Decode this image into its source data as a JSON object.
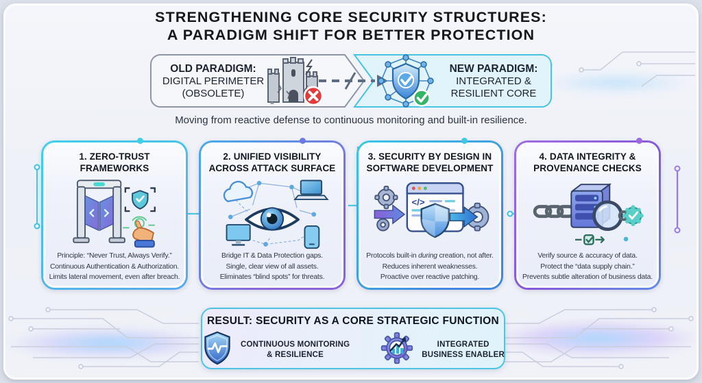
{
  "title": {
    "line1": "STRENGTHENING CORE SECURITY STRUCTURES:",
    "line2": "A PARADIGM SHIFT FOR BETTER PROTECTION"
  },
  "paradigm": {
    "old": {
      "heading": "OLD PARADIGM:",
      "line1": "DIGITAL PERIMETER",
      "line2": "(OBSOLETE)",
      "icon": "castle-icon",
      "status_icon": "x-badge-icon"
    },
    "new": {
      "heading": "NEW PARADIGM:",
      "line1": "INTEGRATED &",
      "line2": "RESILIENT CORE",
      "icon": "network-shield-icon",
      "status_icon": "check-badge-icon"
    },
    "transition_icon": "dashed-arrow-icon"
  },
  "subtitle": "Moving from reactive defense to continuous monitoring and built-in resilience.",
  "cards": [
    {
      "title_line1": "1. ZERO-TRUST",
      "title_line2": "FRAMEWORKS",
      "icon": "security-gate-icon",
      "accent_start": "#3ed0e8",
      "accent_end": "#59a9ea",
      "lines": [
        "Principle: “Never Trust, Always Verify.”",
        "Continuous Authentication & Authorization.",
        "Limits lateral movement, even after breach."
      ]
    },
    {
      "title_line1": "2. UNIFIED VISIBILITY",
      "title_line2": "ACROSS ATTACK SURFACE",
      "icon": "eye-network-icon",
      "accent_start": "#4aa8e8",
      "accent_end": "#8a62da",
      "lines": [
        "Bridge IT & Data Protection gaps.",
        "Single, clear view of all assets.",
        "Eliminates “blind spots” for threats."
      ]
    },
    {
      "title_line1": "3. SECURITY BY DESIGN IN",
      "title_line2": "SOFTWARE DEVELOPMENT",
      "icon": "secure-dev-icon",
      "accent_start": "#38c8e4",
      "accent_end": "#3f86e0",
      "code_glyph": "</>",
      "line1": {
        "pre": "Protocols built-in ",
        "italic": "during",
        "post": " creation, not after."
      },
      "lines": [
        "Reduces inherent weaknesses.",
        "Proactive over reactive patching."
      ]
    },
    {
      "title_line1": "4. DATA INTEGRITY &",
      "title_line2": "PROVENANCE CHECKS",
      "icon": "data-provenance-icon",
      "accent_start": "#9a68e0",
      "accent_end": "#6e8ae8",
      "lines": [
        "Verify source & accuracy of data.",
        "Protect the “data supply chain.”",
        "Prevents subtle alteration of business data."
      ]
    }
  ],
  "result": {
    "title": "RESULT: SECURITY AS A CORE STRATEGIC FUNCTION",
    "items": [
      {
        "icon": "pulse-shield-icon",
        "label_line1": "CONTINUOUS MONITORING",
        "label_line2": "& RESILIENCE"
      },
      {
        "icon": "gear-growth-icon",
        "label_line1": "INTEGRATED",
        "label_line2": "BUSINESS ENABLER"
      }
    ]
  },
  "colors": {
    "background": "#eef0f6",
    "frame_border": "#ffffff",
    "old_banner_bg": "#f6f7fa",
    "old_banner_border": "#8d96a5",
    "new_banner_bg": "#e1f4fb",
    "new_banner_border": "#47c3e3",
    "result_border": "#4cc5e4",
    "error_red": "#e23b3b",
    "success_green": "#34b56a",
    "circuit_gray": "#c9cede",
    "circuit_cyan": "#4cc8e2",
    "text_dark": "#15171c"
  }
}
